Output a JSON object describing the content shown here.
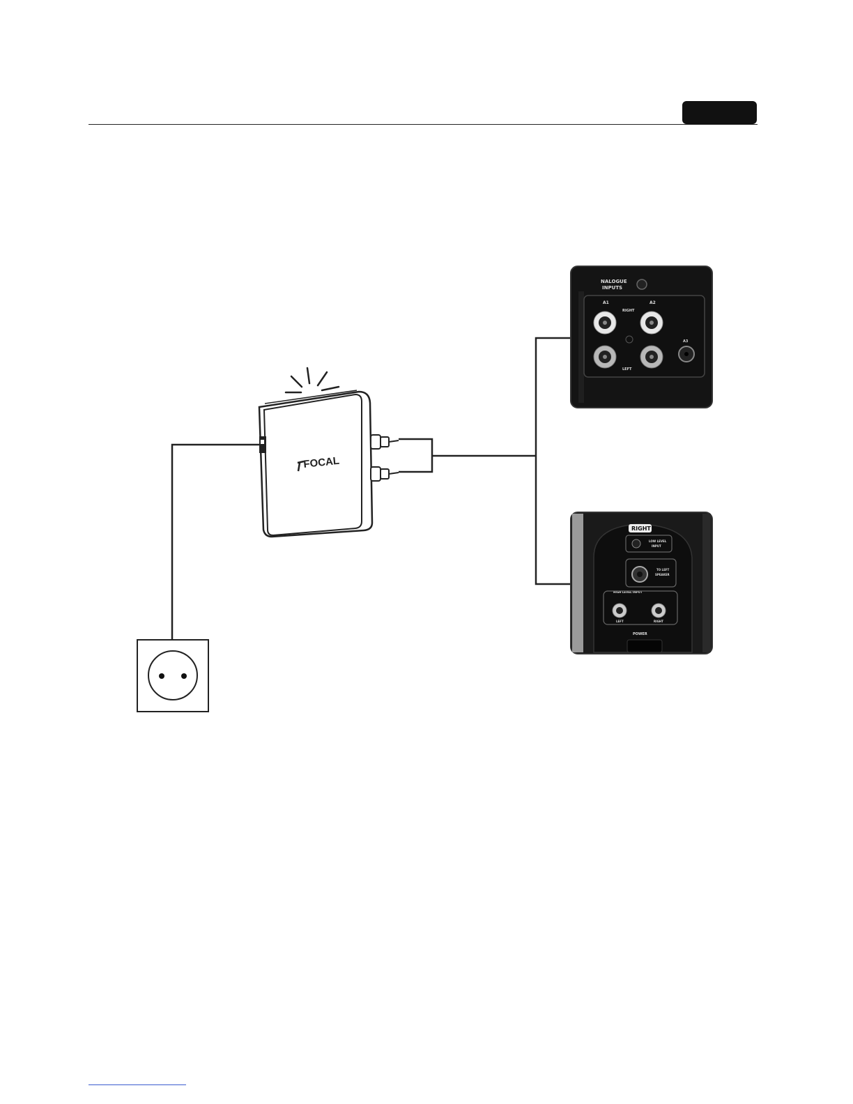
{
  "page": {
    "tab_label": "",
    "footer_link": ""
  },
  "device": {
    "brand": "FOCAL"
  },
  "panel_top": {
    "title_line1": "NALOGUE",
    "title_line2": "INPUTS",
    "a1": "A1",
    "a2": "A2",
    "a3": "A3",
    "right": "RIGHT",
    "left": "LEFT"
  },
  "panel_bottom": {
    "right_badge": "RIGHT",
    "low_level_1": "LOW LEVEL",
    "low_level_2": "INPUT",
    "to_left_1": "TO LEFT",
    "to_left_2": "SPEAKER",
    "high_level": "HIGH LEVEL INPUT",
    "left": "LEFT",
    "right": "RIGHT",
    "power": "POWER"
  },
  "colors": {
    "line": "#222222",
    "panel": "#141414",
    "accent": "#111111"
  }
}
